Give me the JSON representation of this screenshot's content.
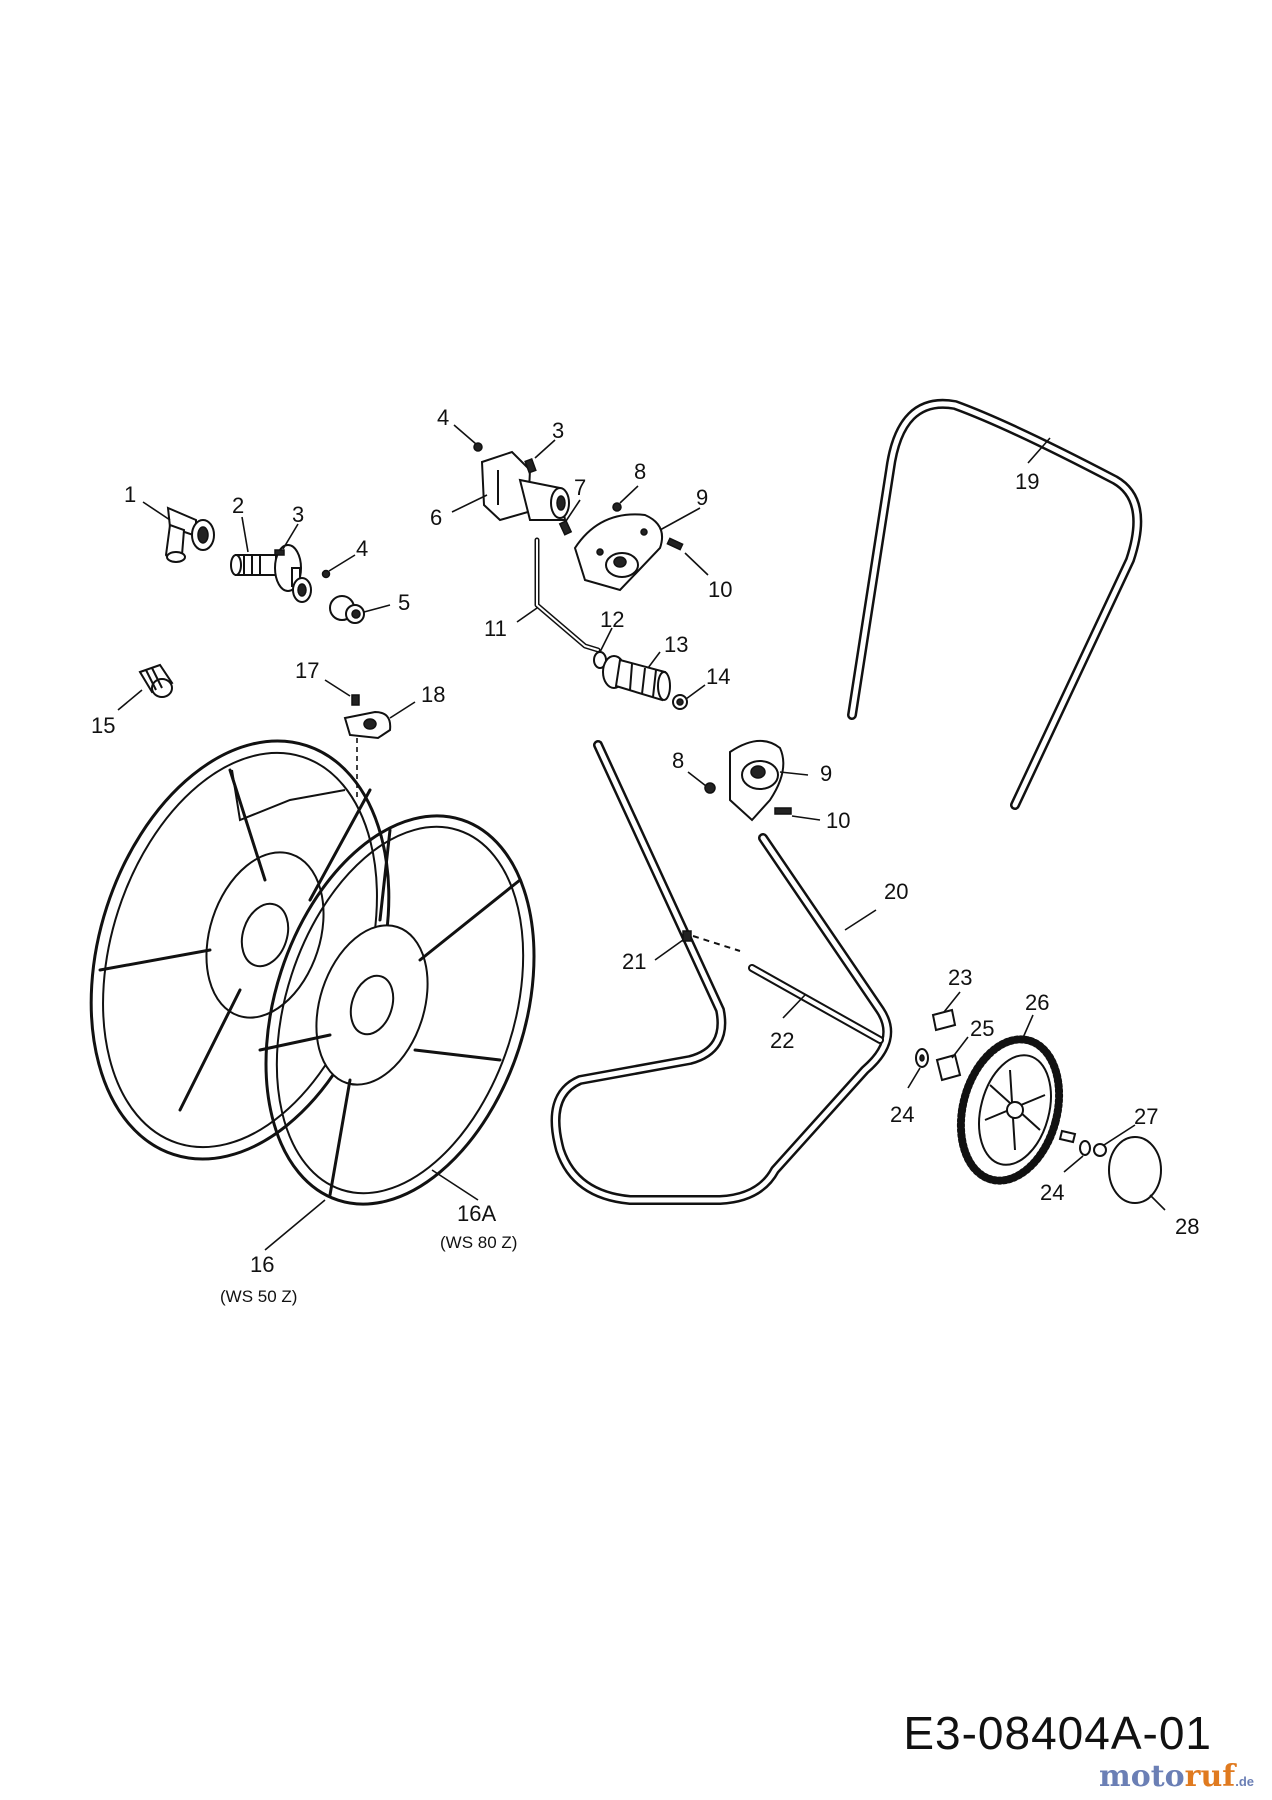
{
  "callouts": [
    {
      "id": "c1",
      "text": "1"
    },
    {
      "id": "c2",
      "text": "2"
    },
    {
      "id": "c3a",
      "text": "3"
    },
    {
      "id": "c4a",
      "text": "4"
    },
    {
      "id": "c5",
      "text": "5"
    },
    {
      "id": "c4b",
      "text": "4"
    },
    {
      "id": "c3b",
      "text": "3"
    },
    {
      "id": "c6",
      "text": "6"
    },
    {
      "id": "c7",
      "text": "7"
    },
    {
      "id": "c8a",
      "text": "8"
    },
    {
      "id": "c9a",
      "text": "9"
    },
    {
      "id": "c10a",
      "text": "10"
    },
    {
      "id": "c11",
      "text": "11"
    },
    {
      "id": "c12",
      "text": "12"
    },
    {
      "id": "c13",
      "text": "13"
    },
    {
      "id": "c14",
      "text": "14"
    },
    {
      "id": "c15",
      "text": "15"
    },
    {
      "id": "c17",
      "text": "17"
    },
    {
      "id": "c18",
      "text": "18"
    },
    {
      "id": "c19",
      "text": "19"
    },
    {
      "id": "c8b",
      "text": "8"
    },
    {
      "id": "c9b",
      "text": "9"
    },
    {
      "id": "c10b",
      "text": "10"
    },
    {
      "id": "c20",
      "text": "20"
    },
    {
      "id": "c21",
      "text": "21"
    },
    {
      "id": "c22",
      "text": "22"
    },
    {
      "id": "c23",
      "text": "23"
    },
    {
      "id": "c25",
      "text": "25"
    },
    {
      "id": "c26",
      "text": "26"
    },
    {
      "id": "c24a",
      "text": "24"
    },
    {
      "id": "c27",
      "text": "27"
    },
    {
      "id": "c24b",
      "text": "24"
    },
    {
      "id": "c28",
      "text": "28"
    },
    {
      "id": "c16A",
      "text": "16A"
    },
    {
      "id": "c16",
      "text": "16"
    }
  ],
  "variants": {
    "ws80": "(WS 80 Z)",
    "ws50": "(WS 50 Z)"
  },
  "drawing_code": "E3-08404A-01",
  "brand": {
    "part1": "moto",
    "part2": "ruf",
    "suffix": ".de"
  }
}
